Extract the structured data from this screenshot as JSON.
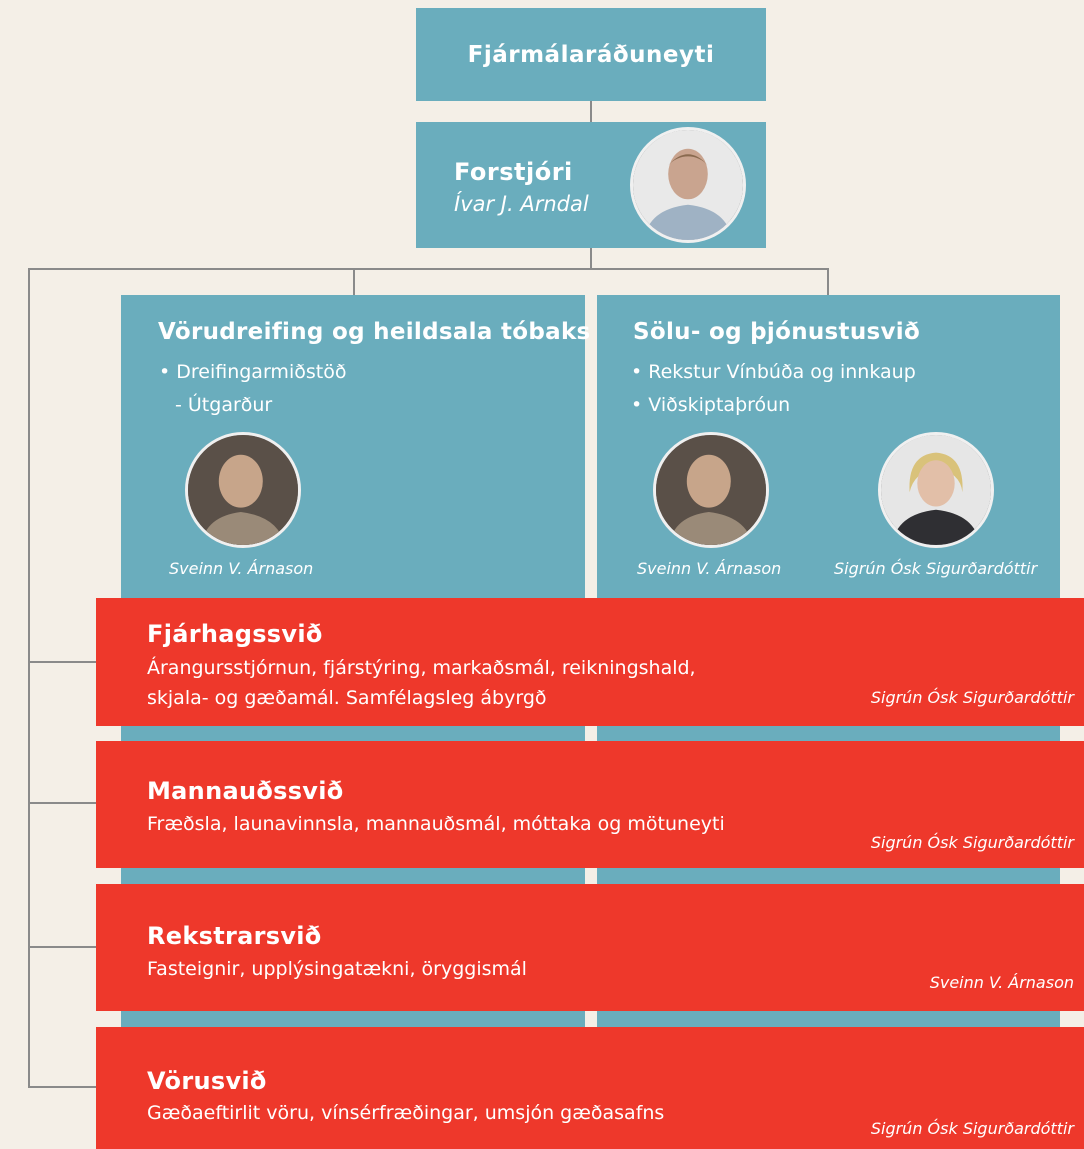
{
  "ministry": {
    "title": "Fjármálaráðuneyti"
  },
  "ceo": {
    "title": "Forstjóri",
    "name": "Ívar J. Arndal"
  },
  "divisions": [
    {
      "title": "Vörudreifing og heildsala tóbaks",
      "items": [
        "• Dreifingarmiðstöð",
        "- Útgarður"
      ],
      "people": [
        "Sveinn V. Árnason"
      ]
    },
    {
      "title": "Sölu- og þjónustusvið",
      "items": [
        "• Rekstur Vínbúða og innkaup",
        "• Viðskiptaþróun"
      ],
      "people": [
        "Sveinn V. Árnason",
        "Sigrún Ósk Sigurðardóttir"
      ]
    }
  ],
  "support_units": [
    {
      "title": "Fjárhagssvið",
      "description": [
        "Árangursstjórnun, fjárstýring, markaðsmál, reikningshald,",
        "skjala- og gæðamál. Samfélagsleg ábyrgð"
      ],
      "person": "Sigrún Ósk Sigurðardóttir"
    },
    {
      "title": "Mannauðssvið",
      "description": [
        "Fræðsla, launavinnsla, mannauðsmál, móttaka og mötuneyti"
      ],
      "person": "Sigrún Ósk Sigurðardóttir"
    },
    {
      "title": "Rekstrarsvið",
      "description": [
        "Fasteignir, upplýsingatækni, öryggismál"
      ],
      "person": "Sveinn V. Árnason"
    },
    {
      "title": "Vörusvið",
      "description": [
        "Gæðaeftirlit vöru, vínsérfræðingar, umsjón gæðasafns"
      ],
      "person": "Sigrún Ósk Sigurðardóttir"
    }
  ],
  "colors": {
    "background": "#f4efe7",
    "teal": "#6aadbd",
    "red": "#ee382b",
    "connector": "#8a8a8a"
  },
  "icons": {
    "portrait": "person-photo-icon"
  }
}
